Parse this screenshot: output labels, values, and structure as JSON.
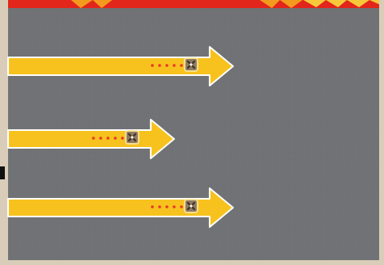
{
  "scene": {
    "background_color": "#707275",
    "border_color": "#d9cdb9",
    "top_banner_colors": [
      "#e2261c",
      "#f39a1e",
      "#f6c83a"
    ],
    "arrow_color": "#f7c21e",
    "arrow_outline_color": "#ffffff",
    "dot_color": "#e83a23",
    "token_color": "#8f7b63",
    "token_mark_color": "#3e2f24",
    "token_glow_color": "#f6e39b"
  },
  "lanes": [
    {
      "id": "lane-1",
      "progress": 0.84
    },
    {
      "id": "lane-2",
      "progress": 0.62
    },
    {
      "id": "lane-3",
      "progress": 0.84
    }
  ]
}
